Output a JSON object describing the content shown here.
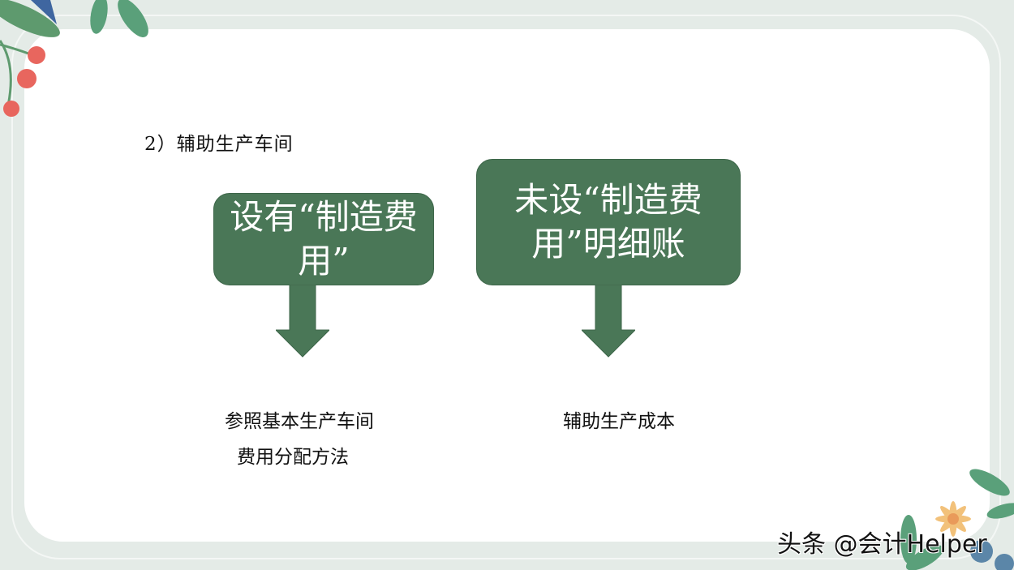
{
  "slide": {
    "title": "2）辅助生产车间",
    "colors": {
      "box_fill": "#4a7757",
      "box_text": "#ffffff",
      "background": "#e4ebe7",
      "card": "#ffffff"
    },
    "left_branch": {
      "box_text": "设有“制造费用”",
      "result_line1": "参照基本生产车间",
      "result_line2": "费用分配方法"
    },
    "right_branch": {
      "box_text": "未设“制造费用”明细账",
      "result": "辅助生产成本"
    }
  },
  "watermark": "头条 @会计Helper"
}
